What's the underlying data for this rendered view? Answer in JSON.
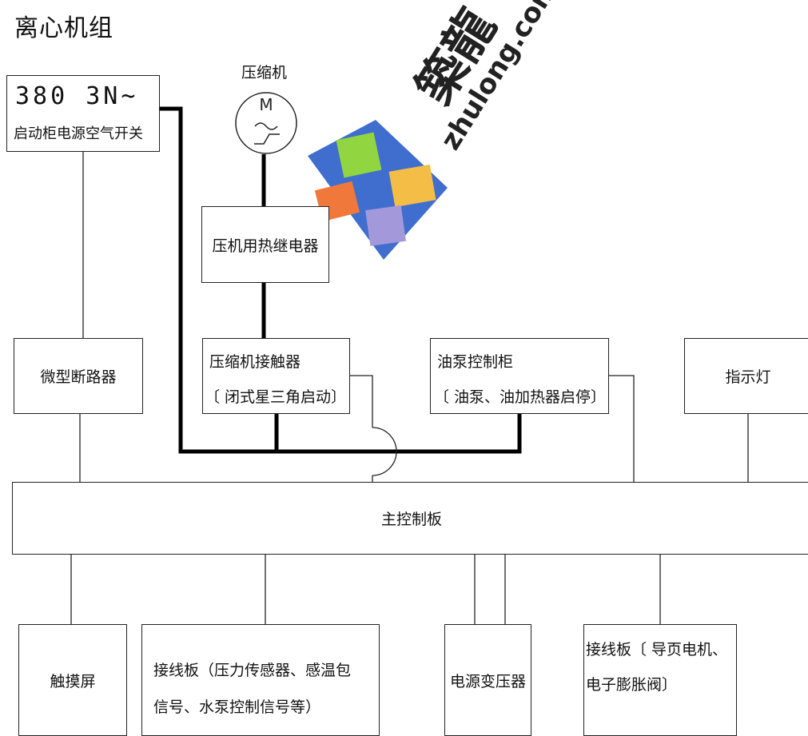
{
  "title": "离心机组",
  "compressor": {
    "label": "压缩机"
  },
  "power_switch": {
    "line1": "380  3N~",
    "line2": "启动柜电源空气开关"
  },
  "thermal_relay": {
    "label": "压机用热继电器"
  },
  "contactor": {
    "line1": "压缩机接触器",
    "line2": "〔 闭式星三角启动〕"
  },
  "oil_pump_cabinet": {
    "line1": "油泵控制柜",
    "line2": "〔 油泵、油加热器启停〕"
  },
  "indicator": {
    "label": "指示灯"
  },
  "mcb": {
    "label": "微型断路器"
  },
  "main_board": {
    "label": "主控制板"
  },
  "touchscreen": {
    "label": "触摸屏"
  },
  "terminal_board_1": {
    "line1": "接线板（压力传感器、感温包",
    "line2": "信号、水泵控制信号等）"
  },
  "transformer": {
    "label": "电源变压器"
  },
  "terminal_board_2": {
    "line1": "接线板〔 导页电机、",
    "line2": "电子膨胀阀〕"
  },
  "watermark": {
    "cn": "築龍",
    "en": "zhulong.com"
  }
}
